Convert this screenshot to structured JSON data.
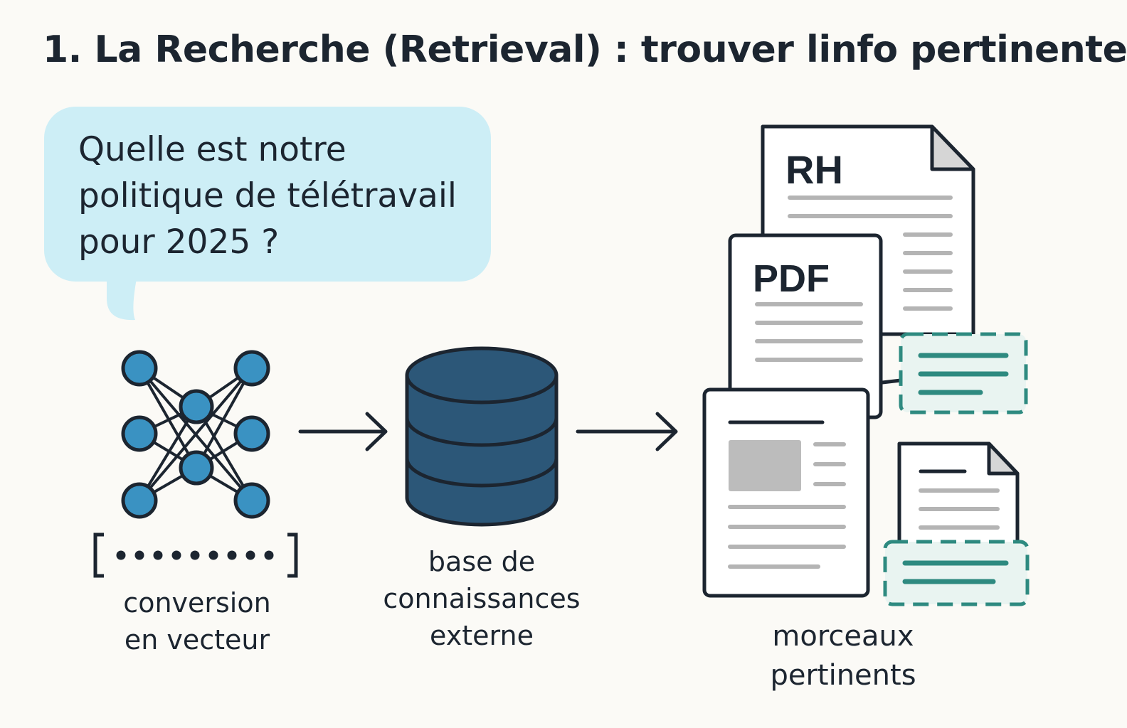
{
  "title": "1. La Recherche (Retrieval) : trouver linfo pertinente",
  "question": {
    "line1": "Quelle est notre",
    "line2": "politique de télétravail",
    "line3": "pour 2025 ?"
  },
  "steps": {
    "vector": {
      "line1": "conversion",
      "line2": "en vecteur",
      "icon": "neural-network-icon"
    },
    "knowledge_base": {
      "line1": "base de",
      "line2": "connaissances",
      "line3": "externe",
      "icon": "database-icon"
    },
    "chunks": {
      "line1": "morceaux",
      "line2": "pertinents",
      "icon": "documents-icon"
    }
  },
  "documents": {
    "doc1_label": "RH",
    "doc2_label": "PDF"
  },
  "colors": {
    "bubble": "#cdeef6",
    "node": "#3a92c2",
    "database": "#2c5778",
    "highlight": "#2e8a80",
    "highlight_bg": "#e9f4f1",
    "text_lines": "#b4b4b4",
    "stroke": "#1c2530"
  }
}
